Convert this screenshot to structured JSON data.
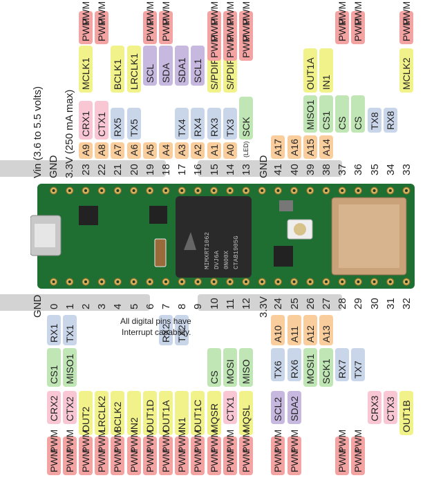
{
  "colors": {
    "pwm": "#f4a3a3",
    "serial": "#c9d6ea",
    "spi": "#bfe6b4",
    "audio": "#f2f28a",
    "i2c": "#c7b8e0",
    "can": "#f9c6d4",
    "analog": "#f9cd9c",
    "pin": "#d3d3d3",
    "board": "#1f6e32"
  },
  "power": {
    "vin": "Vin  (3.6 to 5.5 volts)",
    "gnd": "GND",
    "v33": "3.3V (250 mA max)",
    "gnd_right": "GND",
    "gnd_bottom": "GND",
    "v33_bottom": "3.3V"
  },
  "note": {
    "line1": "All digital pins have",
    "line2": "Interrupt capability."
  },
  "led": "(LED)",
  "chip": {
    "part": "MIMXRT1062",
    "code": "DVJ6A",
    "lot": "0N00X",
    "batch": "CTAB1905G"
  },
  "top_pins": [
    {
      "pin": "23",
      "analog": "A9",
      "pwm": 2,
      "audio": "MCLK1",
      "can": "CRX1"
    },
    {
      "pin": "22",
      "analog": "A8",
      "pwm": 2,
      "can": "CTX1"
    },
    {
      "pin": "21",
      "analog": "A7",
      "serial": "RX5",
      "audio": "BCLK1"
    },
    {
      "pin": "20",
      "analog": "A6",
      "serial": "TX5",
      "audio": "LRCLK1"
    },
    {
      "pin": "19",
      "analog": "A5",
      "pwm": 2,
      "i2c": "SCL"
    },
    {
      "pin": "18",
      "analog": "A4",
      "pwm": 2,
      "i2c": "SDA"
    },
    {
      "pin": "17",
      "analog": "A3",
      "serial": "TX4",
      "i2c": "SDA1"
    },
    {
      "pin": "16",
      "analog": "A2",
      "serial": "RX4",
      "i2c": "SCL1"
    },
    {
      "pin": "15",
      "analog": "A1",
      "pwm": 3,
      "serial": "RX3",
      "audio": "S/PDIF IN"
    },
    {
      "pin": "14",
      "analog": "A0",
      "pwm": 3,
      "serial": "TX3",
      "audio": "S/PDIF OUT"
    },
    {
      "pin": "13",
      "analog": "",
      "pwm": 3,
      "spi": "SCK"
    }
  ],
  "top_right_pins": [
    {
      "pin": "41",
      "analog": "A17"
    },
    {
      "pin": "40",
      "analog": "A16"
    },
    {
      "pin": "39",
      "analog": "A15",
      "spi": "MISO1",
      "audio": "OUT1A"
    },
    {
      "pin": "38",
      "analog": "A14",
      "spi": "CS1",
      "audio": "IN1"
    },
    {
      "pin": "37",
      "spi": "CS",
      "pwm": 2
    },
    {
      "pin": "36",
      "spi": "CS",
      "pwm": 2
    },
    {
      "pin": "35",
      "serial": "TX8"
    },
    {
      "pin": "34",
      "serial": "RX8"
    },
    {
      "pin": "33",
      "pwm": 2,
      "audio": "MCLK2"
    }
  ],
  "bottom_pins": [
    {
      "pin": "0",
      "serial": "RX1",
      "spi": "CS1",
      "can": "CRX2",
      "pwm": 2
    },
    {
      "pin": "1",
      "serial": "TX1",
      "spi": "MISO1",
      "can": "CTX2",
      "pwm": 2
    },
    {
      "pin": "2",
      "audio": "OUT2",
      "pwm": 2
    },
    {
      "pin": "3",
      "audio": "LRCLK2",
      "pwm": 2
    },
    {
      "pin": "4",
      "audio": "BCLK2",
      "pwm": 2
    },
    {
      "pin": "5",
      "audio": "IN2",
      "pwm": 2
    },
    {
      "pin": "6",
      "audio": "OUT1D",
      "pwm": 2
    },
    {
      "pin": "7",
      "serial": "RX2",
      "audio": "OUT1A",
      "pwm": 2
    },
    {
      "pin": "8",
      "serial": "TX2",
      "audio": "IN1",
      "pwm": 2
    },
    {
      "pin": "9",
      "audio": "OUT1C",
      "pwm": 2
    },
    {
      "pin": "10",
      "spi": "CS",
      "audio": "MQSR",
      "pwm": 2
    },
    {
      "pin": "11",
      "spi": "MOSI",
      "can": "CTX1",
      "pwm": 2
    },
    {
      "pin": "12",
      "spi": "MISO",
      "audio": "MQSL",
      "pwm": 2
    }
  ],
  "bottom_right_pins": [
    {
      "pin": "24",
      "analog": "A10",
      "serial": "TX6",
      "i2c": "SCL2",
      "pwm": 2
    },
    {
      "pin": "25",
      "analog": "A11",
      "serial": "RX6",
      "i2c": "SDA2",
      "pwm": 2
    },
    {
      "pin": "26",
      "analog": "A12",
      "spi": "MOSI1"
    },
    {
      "pin": "27",
      "analog": "A13",
      "spi": "SCK1"
    },
    {
      "pin": "28",
      "serial": "RX7",
      "pwm": 2
    },
    {
      "pin": "29",
      "serial": "TX7",
      "pwm": 2
    },
    {
      "pin": "30",
      "can": "CRX3"
    },
    {
      "pin": "31",
      "can": "CTX3"
    },
    {
      "pin": "32",
      "audio": "OUT1B"
    }
  ],
  "pwm_label": "PWM"
}
